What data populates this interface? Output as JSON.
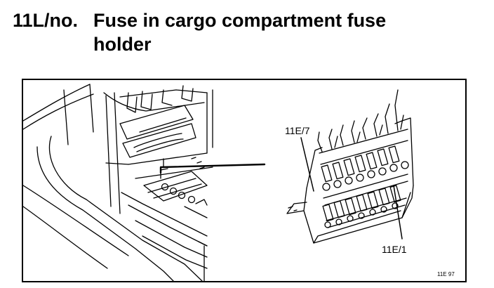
{
  "heading": {
    "number": "11L/no.",
    "title": "Fuse in cargo compartment fuse holder"
  },
  "figure": {
    "label_top": "11E/7",
    "label_bottom": "11E/1",
    "code": "11E 97"
  }
}
